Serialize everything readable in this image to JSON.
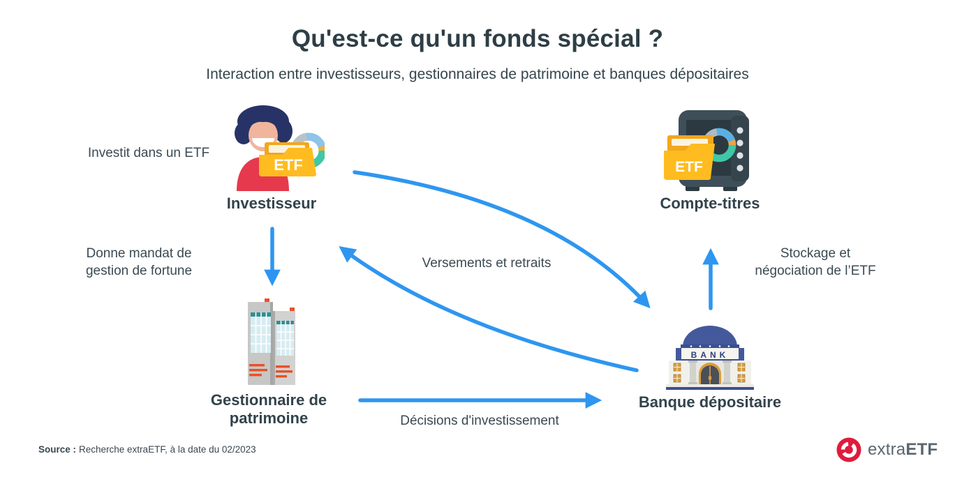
{
  "header": {
    "title": "Qu'est-ce qu'un fonds spécial ?",
    "subtitle": "Interaction entre investisseurs, gestionnaires de patrimoine et banques dépositaires"
  },
  "nodes": {
    "investor": {
      "label": "Investisseur"
    },
    "securities_account": {
      "label": "Compte-titres"
    },
    "wealth_manager": {
      "label": "Gestionnaire de patrimoine"
    },
    "custodian_bank": {
      "label": "Banque dépositaire"
    }
  },
  "edge_labels": {
    "invests_in_etf": "Investit dans un ETF",
    "mandate": "Donne mandat de gestion de fortune",
    "deposits_withdrawals": "Versements et retraits",
    "storage_negotiation": "Stockage et négociation de l’ETF",
    "investment_decisions": "Décisions d'investissement"
  },
  "badges": {
    "etf_investor": "ETF",
    "etf_safe": "ETF",
    "bank_sign": "BANK"
  },
  "footer": {
    "source_label": "Source :",
    "source_text": "Recherche extraETF, à la date du 02/2023",
    "logo_regular": "extra",
    "logo_bold": "ETF"
  },
  "colors": {
    "arrow_blue": "#2E96F0",
    "folder_yellow": "#FFBC20",
    "logo_red": "#E01B3D",
    "title_dark": "#2E3E46"
  }
}
